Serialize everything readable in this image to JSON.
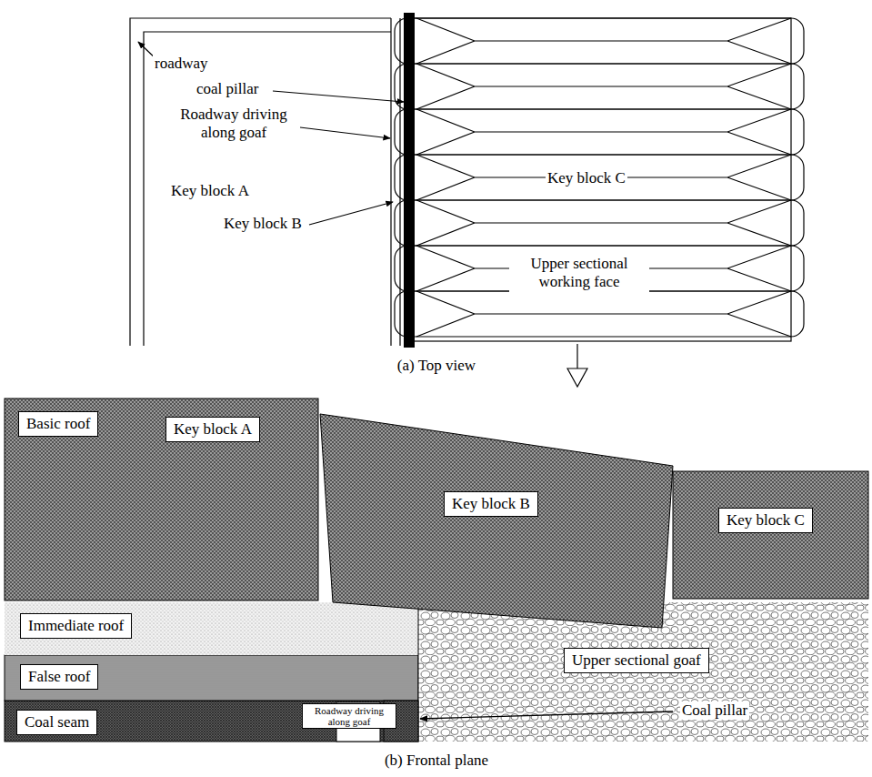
{
  "diagram": {
    "nodes": [
      {
        "text": [
          "Basic roof"
        ]
      },
      {
        "text": [
          "Key block A"
        ]
      },
      {
        "text": [
          "Key block B"
        ]
      },
      {
        "text": [
          "Key block C"
        ]
      },
      {
        "text": [
          "Immediate roof"
        ]
      },
      {
        "text": [
          "False roof"
        ]
      },
      {
        "text": [
          "Coal seam"
        ]
      },
      {
        "text": [
          "Roadway driving along goaf"
        ]
      },
      {
        "text": [
          "Upper sectional goaf"
        ]
      }
    ],
    "labels": [
      "roadway",
      "coal pillar",
      "Roadway driving along goaf",
      "Key block A",
      "Key block B",
      "Key block C",
      "Upper sectional working face",
      "(a) Top view",
      "Coal pillar",
      "(b) Frontal plane"
    ]
  }
}
